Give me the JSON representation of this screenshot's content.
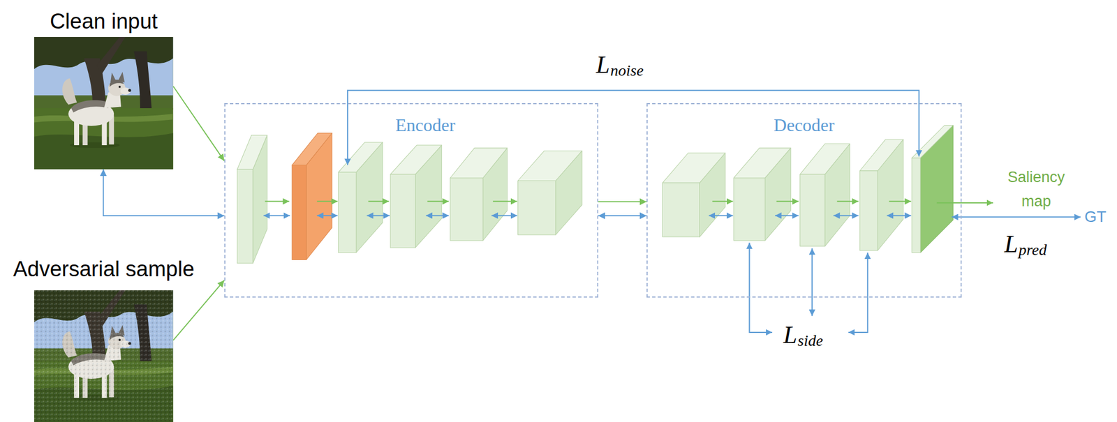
{
  "diagram": {
    "nodes": [
      {
        "text": [
          "Clean input"
        ]
      },
      {
        "text": [
          "Adversarial sample"
        ]
      },
      {
        "text": [
          "Encoder"
        ]
      },
      {
        "text": [
          "Decoder"
        ]
      }
    ],
    "edges": [
      {
        "from": 0,
        "to": 2,
        "arrow": "to"
      },
      {
        "from": 0,
        "to": 2,
        "arrow": "both"
      },
      {
        "from": 1,
        "to": 2,
        "arrow": "to"
      },
      {
        "from": 2,
        "to": 3,
        "arrow": "to"
      },
      {
        "from": 2,
        "to": 3,
        "arrow": "both"
      }
    ],
    "labels": [
      "L",
      "noise",
      "Saliency map",
      "GT",
      "L",
      "pred",
      "L",
      "side"
    ]
  }
}
